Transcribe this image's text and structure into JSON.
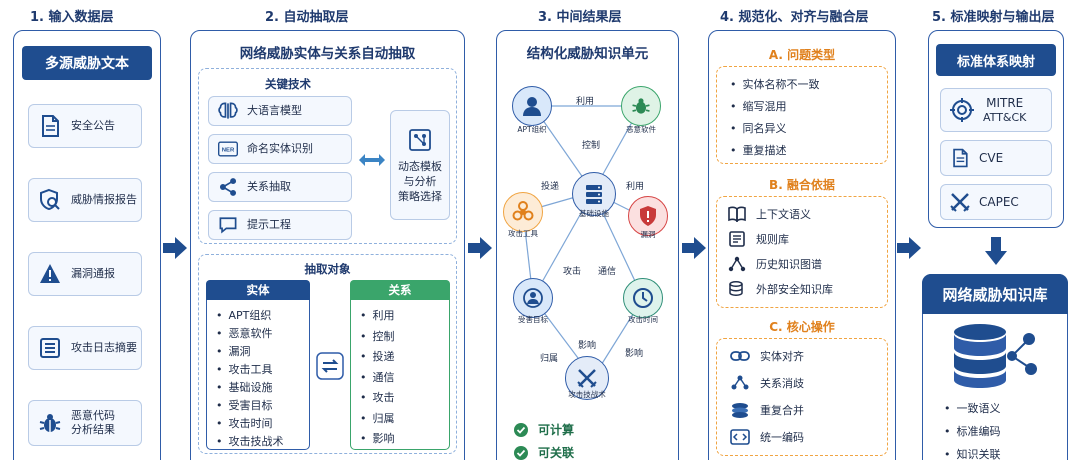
{
  "layers": [
    {
      "title": "1. 输入数据层"
    },
    {
      "title": "2. 自动抽取层"
    },
    {
      "title": "3. 中间结果层"
    },
    {
      "title": "4. 规范化、对齐与融合层"
    },
    {
      "title": "5. 标准映射与输出层"
    }
  ],
  "input": {
    "header": "多源威胁文本",
    "items": [
      {
        "label": "安全公告",
        "icon": "document-icon"
      },
      {
        "label": "威胁情报报告",
        "icon": "shield-search-icon"
      },
      {
        "label": "漏洞通报",
        "icon": "warning-icon"
      },
      {
        "label": "攻击日志摘要",
        "icon": "log-list-icon"
      },
      {
        "label": "恶意代码",
        "label2": "分析结果",
        "icon": "bug-icon"
      }
    ]
  },
  "extract": {
    "title": "网络威胁实体与关系自动抽取",
    "tech_title": "关键技术",
    "tech_items": [
      {
        "label": "大语言模型",
        "icon": "brain-icon"
      },
      {
        "label": "命名实体识别",
        "icon": "ner-icon",
        "badge": "NER"
      },
      {
        "label": "关系抽取",
        "icon": "share-nodes-icon"
      },
      {
        "label": "提示工程",
        "icon": "chat-bubble-icon"
      }
    ],
    "strategy": {
      "line1": "动态模板",
      "line2": "与分析",
      "line3": "策略选择"
    },
    "obj_title": "抽取对象",
    "entity_header": "实体",
    "entities": [
      "APT组织",
      "恶意软件",
      "漏洞",
      "攻击工具",
      "基础设施",
      "受害目标",
      "攻击时间",
      "攻击技战术"
    ],
    "relation_header": "关系",
    "relations": [
      "利用",
      "控制",
      "投递",
      "通信",
      "攻击",
      "归属",
      "影响"
    ]
  },
  "middle": {
    "title": "结构化威胁知识单元",
    "nodes": {
      "apt": "APT组织",
      "malware": "恶意软件",
      "infra": "基础设施",
      "tool": "攻击工具",
      "vuln": "漏洞",
      "victim": "受害目标",
      "time": "攻击时间",
      "tactic": "攻击技战术"
    },
    "edges": {
      "use1": "利用",
      "control": "控制",
      "deliver": "投递",
      "use2": "利用",
      "attack": "攻击",
      "comm": "通信",
      "belong": "归属",
      "affect1": "影响",
      "affect2": "影响"
    },
    "props": [
      "可计算",
      "可关联"
    ]
  },
  "normalize": {
    "a_title": "A. 问题类型",
    "a_items": [
      "实体名称不一致",
      "缩写混用",
      "同名异义",
      "重复描述"
    ],
    "b_title": "B. 融合依据",
    "b_items": [
      {
        "label": "上下文语义",
        "icon": "book-icon"
      },
      {
        "label": "规则库",
        "icon": "rules-icon"
      },
      {
        "label": "历史知识图谱",
        "icon": "graph-icon"
      },
      {
        "label": "外部安全知识库",
        "icon": "database-icon"
      }
    ],
    "c_title": "C. 核心操作",
    "c_items": [
      {
        "label": "实体对齐",
        "icon": "link-icon"
      },
      {
        "label": "关系消歧",
        "icon": "disambiguate-icon"
      },
      {
        "label": "重复合并",
        "icon": "merge-layers-icon"
      },
      {
        "label": "统一编码",
        "icon": "code-icon"
      }
    ]
  },
  "output": {
    "mapping_title": "标准体系映射",
    "standards": [
      {
        "label": "MITRE",
        "label2": "ATT&CK",
        "icon": "target-icon"
      },
      {
        "label": "CVE",
        "icon": "document-icon"
      },
      {
        "label": "CAPEC",
        "icon": "crossed-swords-icon"
      }
    ],
    "kb_title": "网络威胁知识库",
    "kb_items": [
      "一致语义",
      "标准编码",
      "知识关联"
    ]
  }
}
